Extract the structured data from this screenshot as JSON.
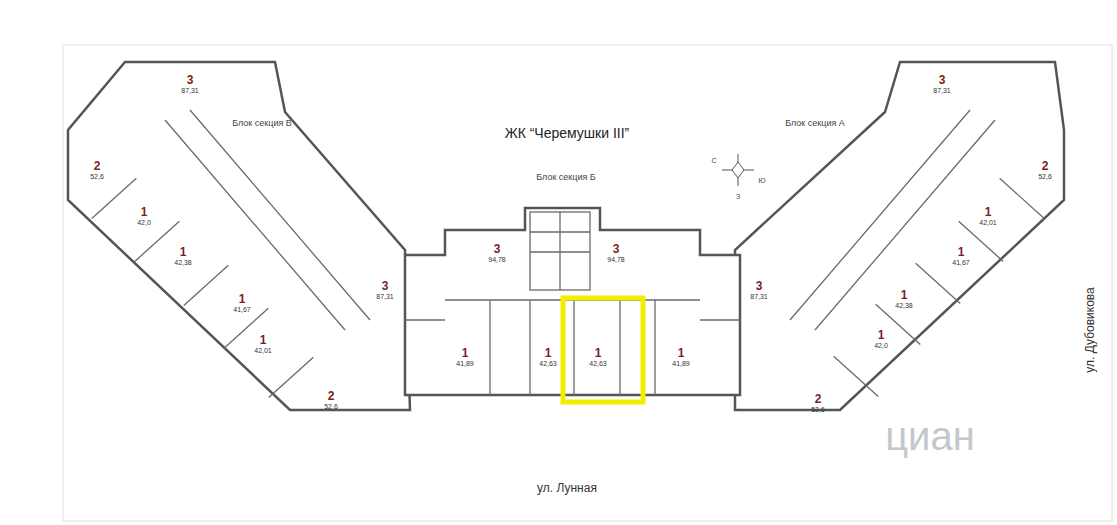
{
  "diagram": {
    "title": "ЖК “Черемушки III”",
    "nodes": [
      {
        "text": [
          "3",
          "87,31"
        ]
      },
      {
        "text": [
          "2",
          "52,6"
        ]
      },
      {
        "text": [
          "1",
          "42,0"
        ]
      },
      {
        "text": [
          "1",
          "42,38"
        ]
      },
      {
        "text": [
          "3",
          "87,31"
        ]
      },
      {
        "text": [
          "1",
          "41,67"
        ]
      },
      {
        "text": [
          "1",
          "42,01"
        ]
      },
      {
        "text": [
          "2",
          "52,6"
        ]
      },
      {
        "text": [
          "3",
          "94,78"
        ]
      },
      {
        "text": [
          "3",
          "94,78"
        ]
      },
      {
        "text": [
          "1",
          "41,89"
        ]
      },
      {
        "text": [
          "1",
          "42,63"
        ]
      },
      {
        "text": [
          "1",
          "42,63"
        ]
      },
      {
        "text": [
          "1",
          "41,89"
        ]
      },
      {
        "text": [
          "3",
          "87,31"
        ]
      },
      {
        "text": [
          "2",
          "52,6"
        ]
      },
      {
        "text": [
          "1",
          "42,01"
        ]
      },
      {
        "text": [
          "1",
          "41,67"
        ]
      },
      {
        "text": [
          "3",
          "87,31"
        ]
      },
      {
        "text": [
          "1",
          "42,38"
        ]
      },
      {
        "text": [
          "1",
          "42,0"
        ]
      },
      {
        "text": [
          "2",
          "52,6"
        ]
      }
    ],
    "labels": [
      "Блок секция В",
      "Блок секция Б",
      "Блок секция А",
      "ул. Лунная",
      "ул. Дубовикова",
      "С",
      "Ю",
      "З",
      "циан"
    ]
  }
}
